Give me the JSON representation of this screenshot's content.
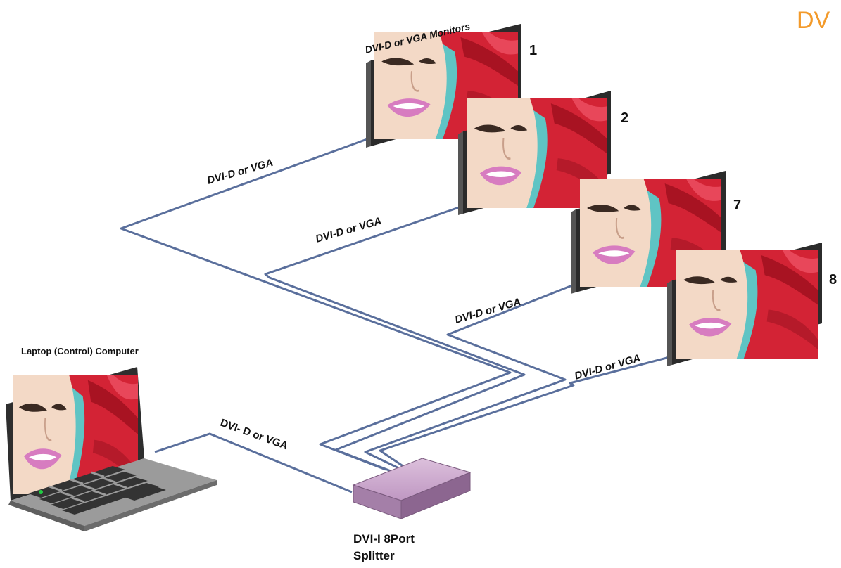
{
  "brand_text": "DV",
  "monitors_title": "DVI-D or VGA Monitors",
  "monitor_numbers": [
    "1",
    "2",
    "7",
    "8"
  ],
  "cable_labels": [
    "DVI-D or VGA",
    "DVI-D or VGA",
    "DVI-D or VGA",
    "DVI-D or VGA"
  ],
  "laptop_cable_label": "DVI- D or VGA",
  "laptop_label": "Laptop (Control) Computer",
  "splitter_label_line1": "DVI-I 8Port",
  "splitter_label_line2": "Splitter",
  "colors": {
    "cable": "#5a6f9c",
    "splitter_top": "#c7a3c9",
    "brand": "#f39a2a",
    "hair": "#d8283a",
    "screen_bg": "#5fc4c4"
  }
}
